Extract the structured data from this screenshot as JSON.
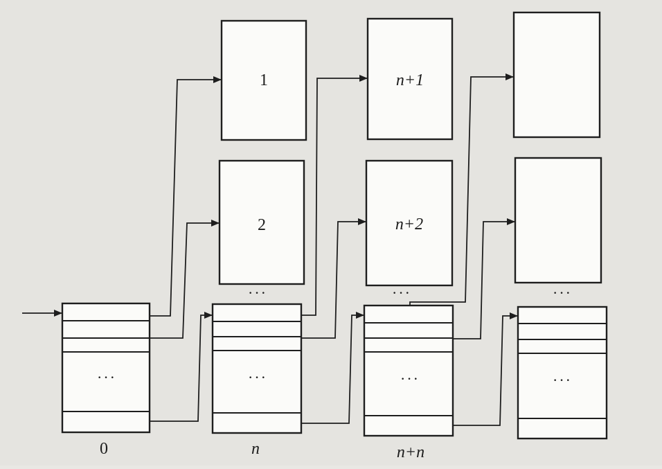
{
  "diagram": {
    "data_blocks": [
      {
        "id": "block-1",
        "label": "1"
      },
      {
        "id": "block-2",
        "label": "2"
      },
      {
        "id": "block-n1",
        "label": "n+1"
      },
      {
        "id": "block-n2",
        "label": "n+2"
      },
      {
        "id": "block-r1",
        "label": ""
      },
      {
        "id": "block-r2",
        "label": ""
      }
    ],
    "index_blocks": [
      {
        "id": "index-0",
        "label": "0",
        "inner": "···"
      },
      {
        "id": "index-n",
        "label": "n",
        "inner": "···"
      },
      {
        "id": "index-2n",
        "label": "n+n",
        "inner": "···"
      },
      {
        "id": "index-last",
        "label": "",
        "inner": "···"
      }
    ],
    "column_ellipsis": "···"
  }
}
